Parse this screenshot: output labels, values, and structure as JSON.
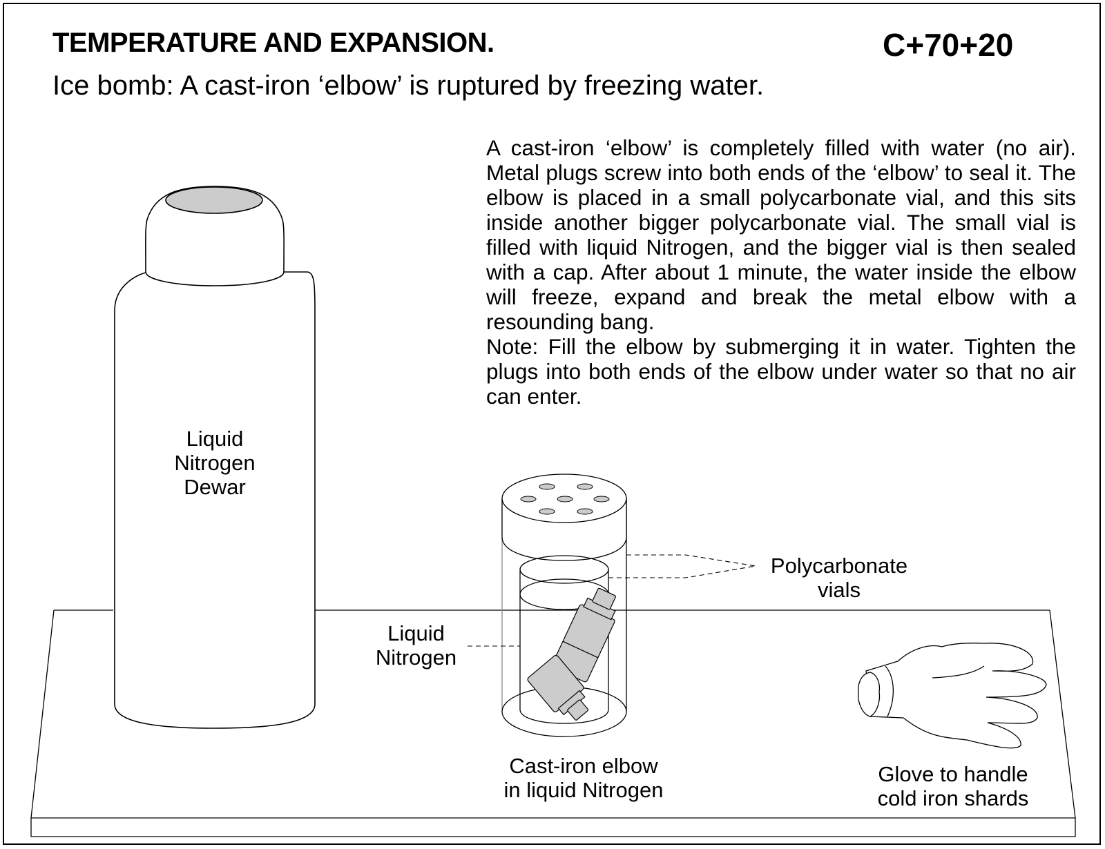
{
  "header": {
    "title": "TEMPERATURE AND EXPANSION.",
    "code": "C+70+20",
    "subtitle": "Ice bomb:  A cast-iron ‘elbow’ is ruptured by freezing water."
  },
  "description": {
    "paragraph": "A cast-iron ‘elbow’ is completely filled with  water (no air).  Metal plugs screw into both ends of the ‘elbow’ to seal it.  The elbow is placed in a small polycarbonate vial, and this sits inside another bigger polycarbonate vial. The small vial is filled with liquid Nitrogen, and the bigger vial is then sealed with a cap.  After about 1 minute, the water inside the elbow will freeze, expand and break the metal elbow with a resounding bang.",
    "note": "Note:  Fill the elbow by submerging it in water. Tighten the plugs into both ends of the elbow under water so that no air can enter."
  },
  "labels": {
    "dewar": [
      "Liquid",
      "Nitrogen",
      "Dewar"
    ],
    "liquid_nitrogen": [
      "Liquid",
      "Nitrogen"
    ],
    "polycarbonate": [
      "Polycarbonate",
      "vials"
    ],
    "elbow": [
      "Cast-iron elbow",
      "in liquid Nitrogen"
    ],
    "glove": [
      "Glove to handle",
      "cold iron shards"
    ]
  },
  "colors": {
    "line": "#000000",
    "fill_gray": "#cccccc",
    "background": "#ffffff"
  }
}
